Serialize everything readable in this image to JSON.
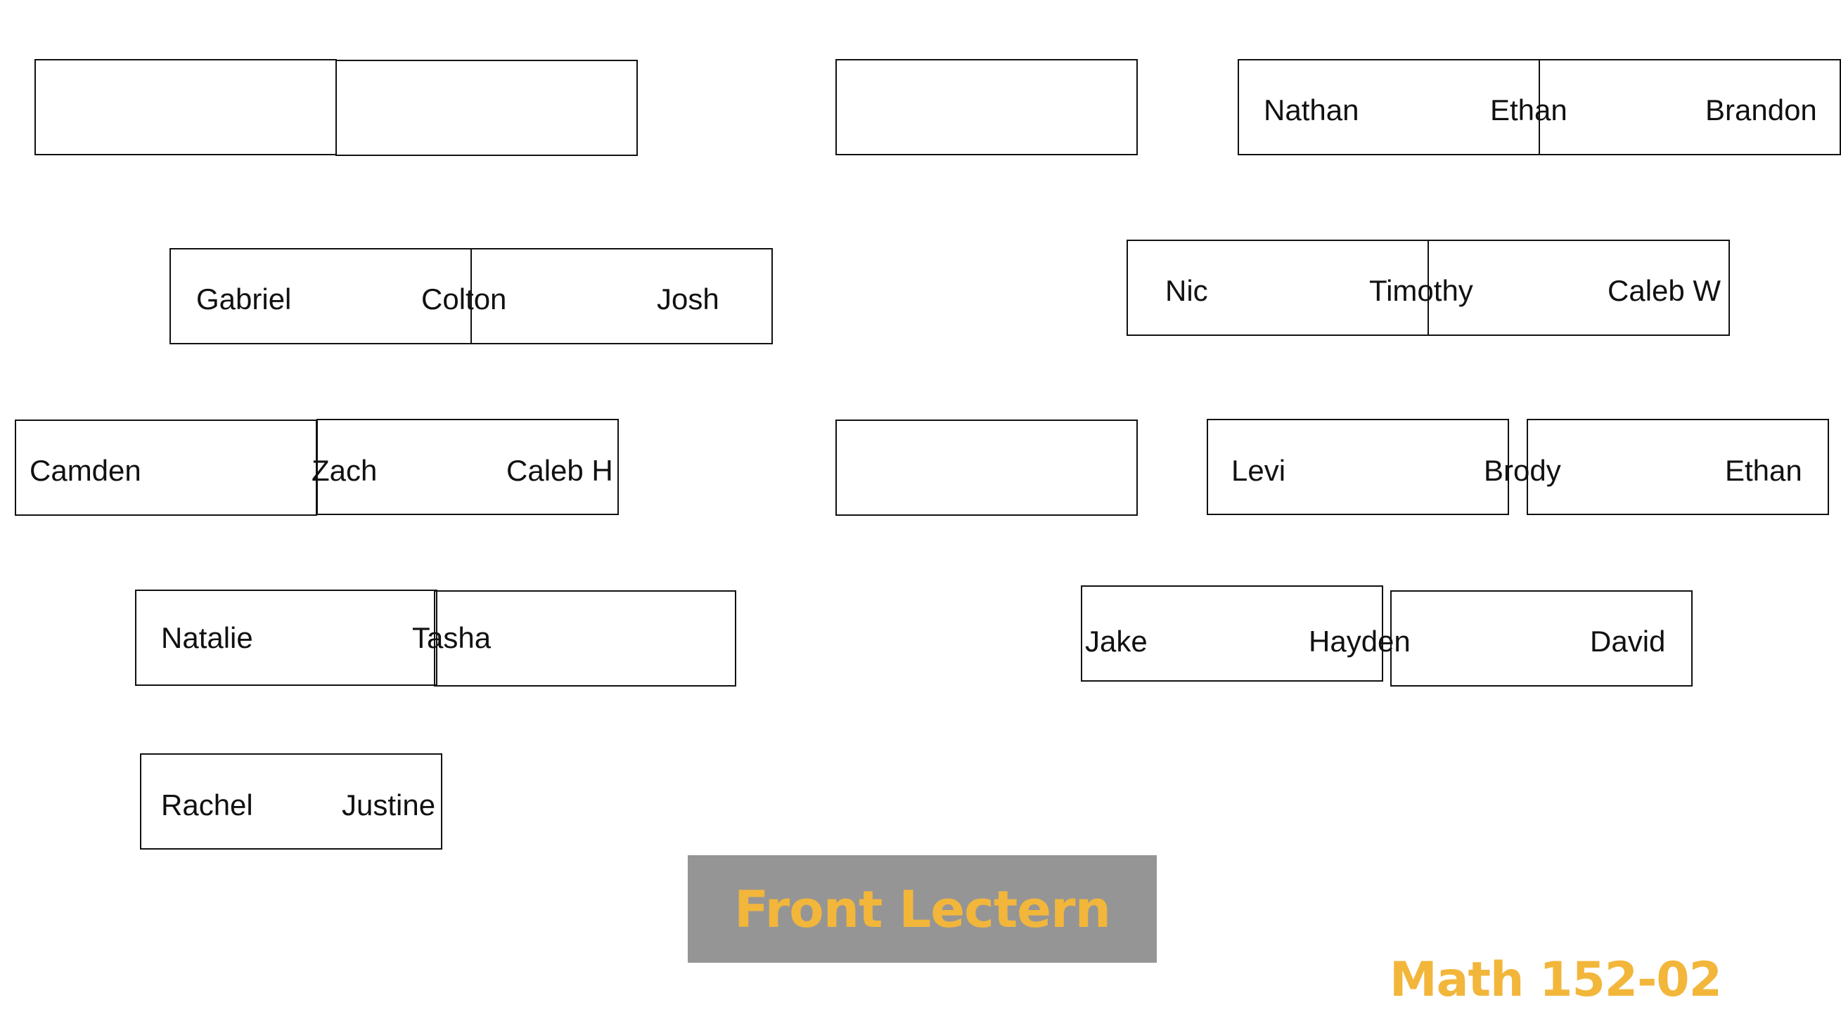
{
  "seating": {
    "row1": {
      "ethan": "Ethan",
      "nathan": "Nathan",
      "brandon": "Brandon"
    },
    "row2": {
      "gabriel": "Gabriel",
      "colton": "Colton",
      "josh": "Josh",
      "nic": "Nic",
      "timothy": "Timothy",
      "caleb_w": "Caleb W"
    },
    "row3": {
      "camden": "Camden",
      "zach": "Zach",
      "caleb_h": "Caleb H",
      "levi": "Levi",
      "brody": "Brody",
      "ethan": "Ethan"
    },
    "row4": {
      "natalie": "Natalie",
      "tasha": "Tasha",
      "jake": "Jake",
      "hayden": "Hayden",
      "david": "David"
    },
    "row5": {
      "rachel": "Rachel",
      "justine": "Justine"
    }
  },
  "lectern": {
    "label": "Front Lectern",
    "background_color": "#959595",
    "text_color": "#f2b63b"
  },
  "course": {
    "label": "Math 152-02",
    "color": "#f2b63b"
  }
}
